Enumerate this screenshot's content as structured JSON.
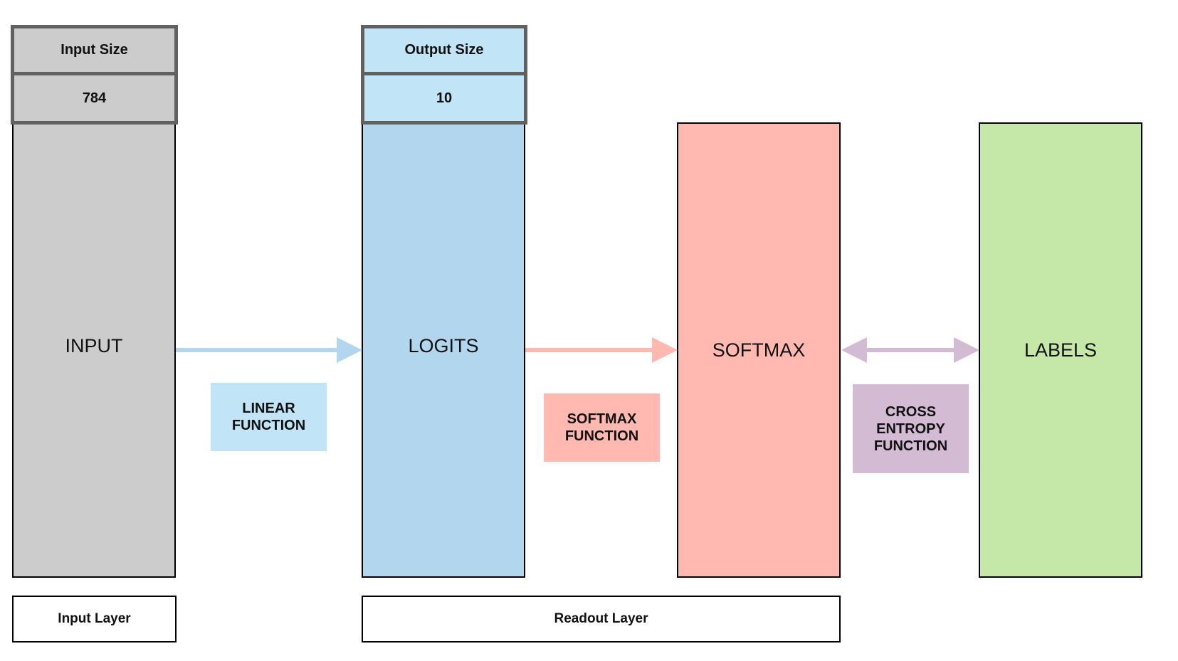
{
  "colors": {
    "input": "#cccccc",
    "logits": "#b3d6ef",
    "output_header": "#c2e4f7",
    "softmax": "#ffb9b1",
    "labels": "#c5e8a8",
    "linear_fn": "#c2e4f7",
    "softmax_fn": "#ffb9b1",
    "cross_entropy_fn": "#d2bbd3",
    "header_border": "#616161"
  },
  "input_header": {
    "title": "Input Size",
    "value": "784"
  },
  "output_header": {
    "title": "Output Size",
    "value": "10"
  },
  "columns": {
    "input": "INPUT",
    "logits": "LOGITS",
    "softmax": "SOFTMAX",
    "labels": "LABELS"
  },
  "functions": {
    "linear": "LINEAR\nFUNCTION",
    "softmax": "SOFTMAX\nFUNCTION",
    "cross_entropy": "CROSS\nENTROPY\nFUNCTION"
  },
  "layers": {
    "input": "Input Layer",
    "readout": "Readout Layer"
  }
}
